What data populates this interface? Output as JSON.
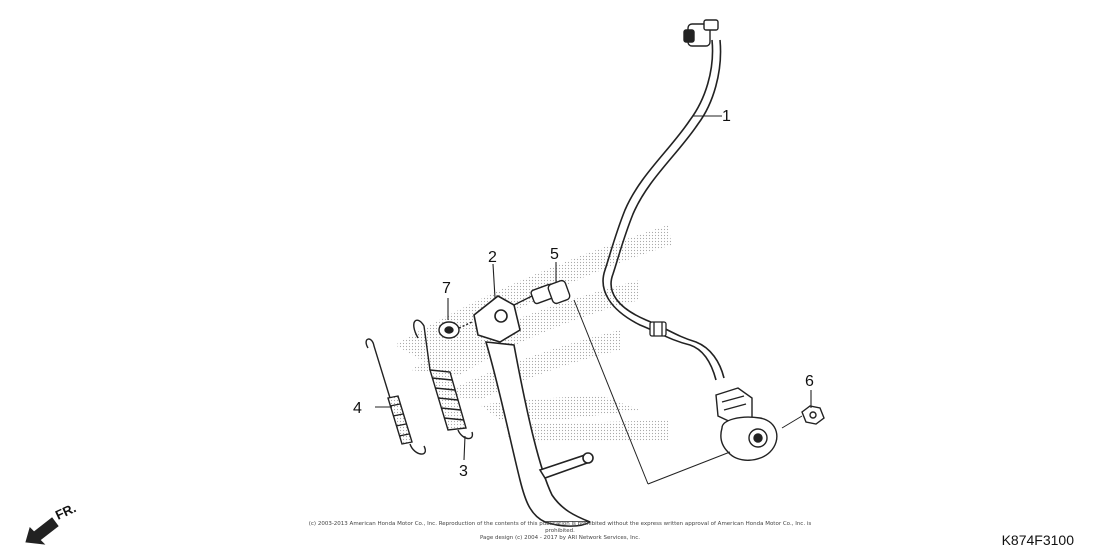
{
  "callouts": {
    "c1": "1",
    "c2": "2",
    "c3": "3",
    "c4": "4",
    "c5": "5",
    "c6": "6",
    "c7": "7"
  },
  "direction": {
    "label": "FR."
  },
  "footer": {
    "copyright_line1": "(c) 2003-2013 American Honda Motor Co., Inc. Reproduction of the contents of this publication is prohibited without the express written approval of American Honda Motor Co., Inc. is prohibited.",
    "copyright_line2": "Page design (c) 2004 - 2017 by ARI Network Services, Inc.",
    "diagram_code": "K874F3100"
  },
  "colors": {
    "line": "#222222",
    "watermark": "#b8b8b8"
  },
  "icons": {
    "direction_arrow": "arrow-down-left-icon",
    "watermark": "honda-wing-logo"
  }
}
